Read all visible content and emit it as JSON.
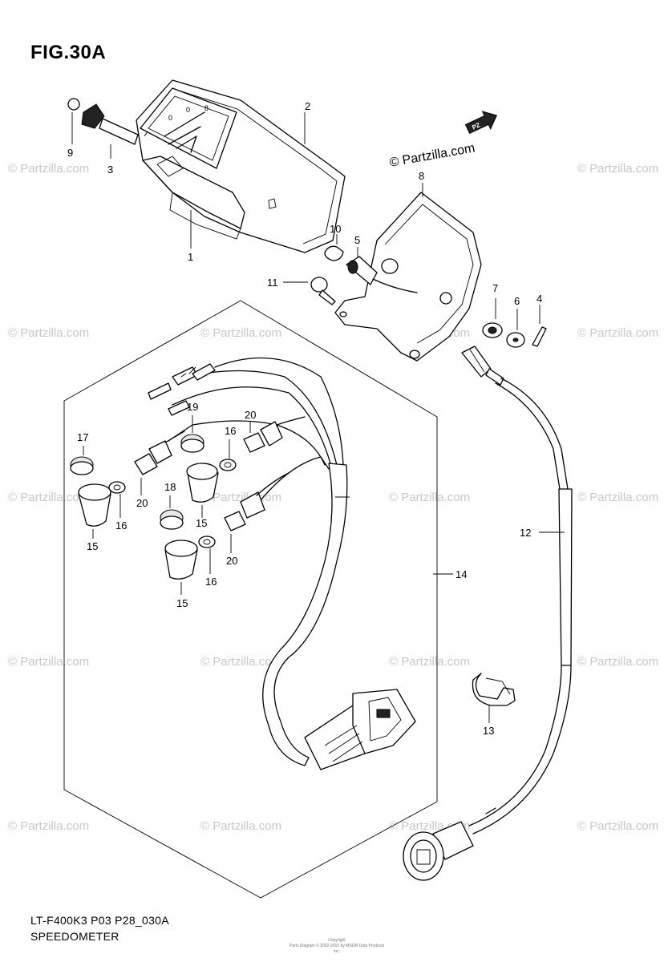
{
  "figure": {
    "title": "FIG.30A",
    "code": "LT-F400K3 P03 P28_030A",
    "name": "SPEEDOMETER"
  },
  "copyright": {
    "main": "© Partzilla.com",
    "fine_line1": "Copyright",
    "fine_line2": "Parts Diagram © 2002-2015 by MSGN Data Products Inc."
  },
  "watermark": {
    "text": "© Partzilla.com"
  },
  "callouts": {
    "c1": "1",
    "c2": "2",
    "c3": "3",
    "c4": "4",
    "c5": "5",
    "c6": "6",
    "c7": "7",
    "c8": "8",
    "c9": "9",
    "c10": "10",
    "c11": "11",
    "c12": "12",
    "c13": "13",
    "c14": "14",
    "c15a": "15",
    "c15b": "15",
    "c15c": "15",
    "c16a": "16",
    "c16b": "16",
    "c16c": "16",
    "c17": "17",
    "c18": "18",
    "c19": "19",
    "c20a": "20",
    "c20b": "20",
    "c20c": "20"
  },
  "icons": {
    "logo": "partzilla-arrow-icon"
  }
}
